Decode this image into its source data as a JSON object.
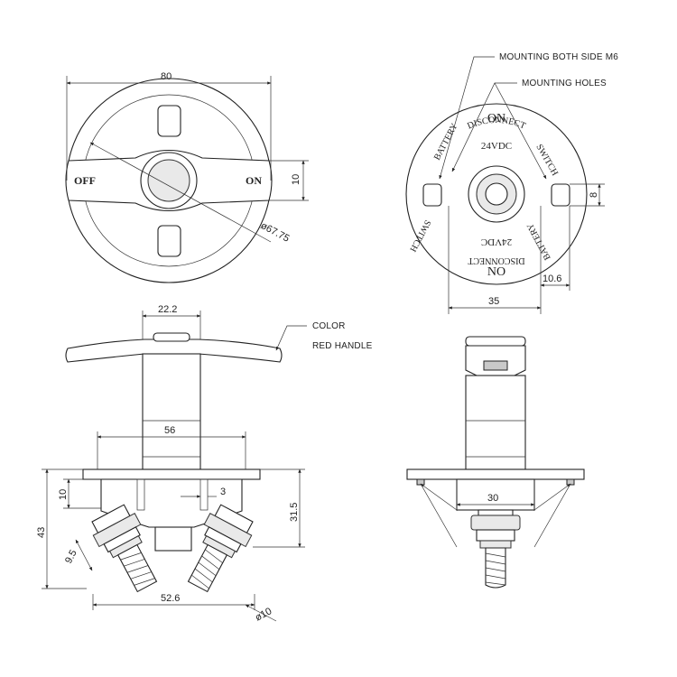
{
  "dimensions": {
    "top_width": "80",
    "top_handle_height": "10",
    "top_diameter": "ø67.75",
    "rear_hole_size": "8",
    "rear_hole_offset": "10.6",
    "rear_hole_spacing": "35",
    "side_handle_width": "22.2",
    "side_flange_width": "56",
    "side_flange_depth": "10",
    "side_spacer": "3",
    "side_body_height": "31.5",
    "side_total_height": "43",
    "side_thread_length": "9.5",
    "side_terminal_spacing": "52.6",
    "side_terminal_diameter": "ø10",
    "end_base_width": "30"
  },
  "notes": {
    "mounting_both_side": "MOUNTING BOTH SIDE M6",
    "mounting_holes": "MOUNTING HOLES",
    "color_line1": "COLOR",
    "color_line2": "RED HANDLE"
  },
  "handle_text": {
    "off": "OFF",
    "on": "ON"
  },
  "rear_face_text": {
    "on": "ON",
    "no": "NO",
    "voltage": "24VDC",
    "voltage_inverted": "24VDC",
    "disconnect": "DISCONNECT",
    "disconnect_inverted": "DISCONNECT",
    "battery_left": "BATTERY",
    "switch_right": "SWITCH",
    "battery_right": "BATTERY",
    "switch_left": "SWITCH"
  }
}
